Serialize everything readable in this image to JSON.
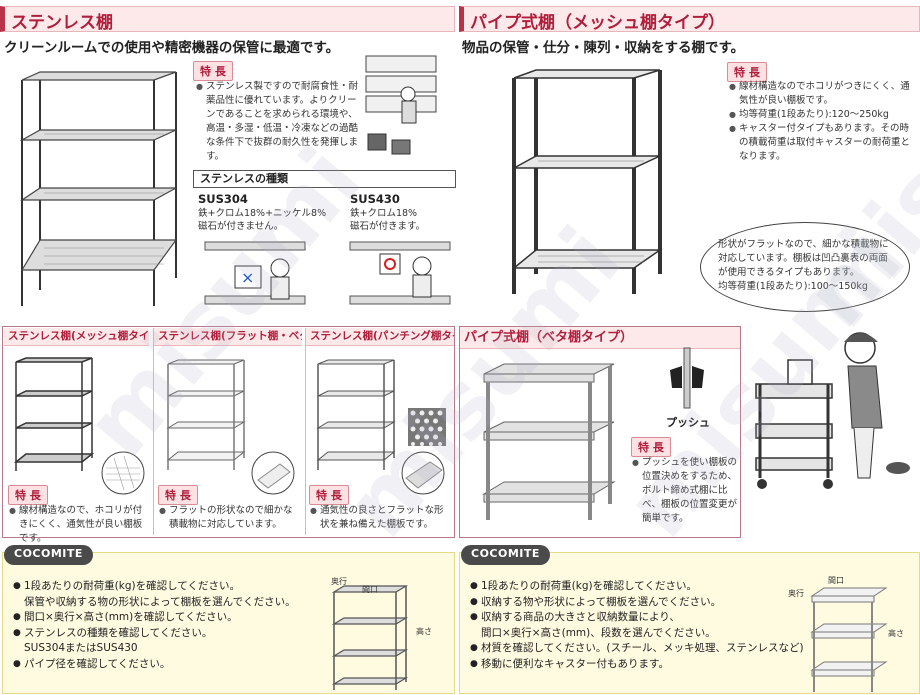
{
  "stainless": {
    "header": "ステンレス棚",
    "subheading": "クリーンルームでの使用や精密機器の保管に最適です。",
    "feature_tag": "特 長",
    "features": [
      "ステンレス製ですので耐腐食性・耐薬品性に優れています。よりクリーンであることを求められる環境や、高温・多湿・低温・冷凍などの過酷な条件下で抜群の耐久性を発揮します。"
    ],
    "kinds_title": "ステンレスの種類",
    "kinds": [
      {
        "name": "SUS304",
        "desc1": "鉄+クロム18%+ニッケル8%",
        "desc2": "磁石が付きません。"
      },
      {
        "name": "SUS430",
        "desc1": "鉄+クロム18%",
        "desc2": "磁石が付きます。"
      }
    ]
  },
  "pipe": {
    "header": "パイプ式棚（メッシュ棚タイプ）",
    "subheading": "物品の保管・仕分・陳列・収納をする棚です。",
    "feature_tag": "特 長",
    "features": [
      "線材構造なのでホコリがつきにくく、通気性が良い棚板です。",
      "均等荷重(1段あたり):120～250kg",
      "キャスター付タイプもあります。その時の積載荷重は取付キャスターの耐荷重となります。"
    ],
    "bubble": [
      "形状がフラットなので、細かな積載物に",
      "対応しています。棚板は凹凸裏表の両面",
      "が使用できるタイプもあります。",
      "均等荷重(1段あたり):100～150kg"
    ]
  },
  "types": [
    {
      "caption": "ステンレス棚(メッシュ棚タイプ)",
      "tag": "特 長",
      "feature": "線材構造なので、ホコリが付きにくく、通気性が良い棚板です。"
    },
    {
      "caption": "ステンレス棚(フラット棚・ベタ棚タイプ)",
      "tag": "特 長",
      "feature": "フラットの形状なので細かな積載物に対応しています。"
    },
    {
      "caption": "ステンレス棚(パンチング棚タイプ)",
      "tag": "特 長",
      "feature": "通気性の良さとフラットな形状を兼ね備えた棚板です。"
    }
  ],
  "beta": {
    "caption": "パイプ式棚（ベタ棚タイプ）",
    "push_label": "プッシュ",
    "tag": "特 長",
    "feature": "プッシュを使い棚板の位置決めをするため、ボルト締め式棚に比べ、棚板の位置変更が簡単です。"
  },
  "cocomite_left": {
    "badge": "COCOMITE",
    "items": [
      {
        "text": "1段あたりの耐荷重(kg)を確認してください。",
        "bullet": true
      },
      {
        "text": "保管や収納する物の形状によって棚板を選んでください。",
        "bullet": false
      },
      {
        "text": "間口×奥行×高さ(mm)を確認してください。",
        "bullet": true
      },
      {
        "text": "ステンレスの種類を確認してください。",
        "bullet": true
      },
      {
        "text": "SUS304またはSUS430",
        "bullet": false
      },
      {
        "text": "パイプ径を確認してください。",
        "bullet": true
      }
    ],
    "dims": {
      "depth": "奥行",
      "width": "間口",
      "height": "高さ"
    }
  },
  "cocomite_right": {
    "badge": "COCOMITE",
    "items": [
      {
        "text": "1段あたりの耐荷重(kg)を確認してください。",
        "bullet": true
      },
      {
        "text": "収納する物や形状によって棚板を選んでください。",
        "bullet": true
      },
      {
        "text": "収納する商品の大きさと収納数量により、",
        "bullet": true
      },
      {
        "text": "間口×奥行×高さ(mm)、段数を選んでください。",
        "bullet": false
      },
      {
        "text": "材質を確認してください。(スチール、メッキ処理、ステンレスなど)",
        "bullet": true
      },
      {
        "text": "移動に便利なキャスター付もあります。",
        "bullet": true
      }
    ],
    "dims": {
      "depth": "奥行",
      "width": "間口",
      "height": "高さ"
    }
  },
  "watermark": "misumi"
}
